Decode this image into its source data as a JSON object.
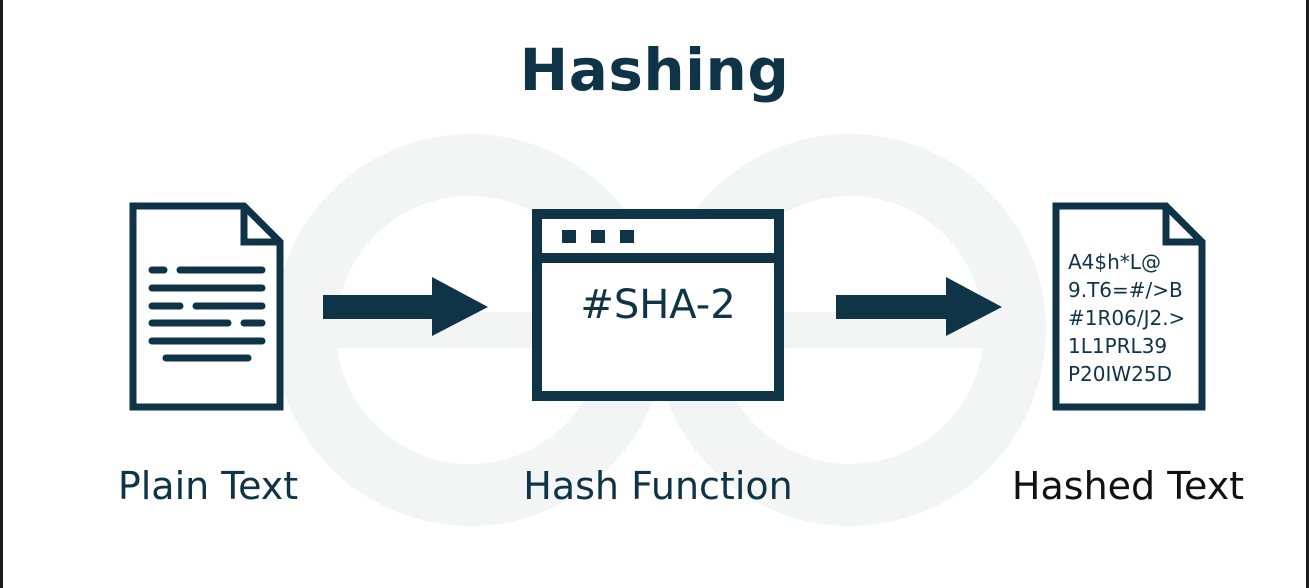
{
  "title": "Hashing",
  "steps": [
    {
      "label": "Plain Text"
    },
    {
      "label": "Hash Function",
      "function_name": "#SHA-2"
    },
    {
      "label": "Hashed Text",
      "lines": [
        "A4$h*L@",
        "9.T6=#/>B",
        "#1R06/J2.>",
        "1L1PRL39",
        "P20IW25D"
      ]
    }
  ],
  "colors": {
    "primary": "#0f3447",
    "watermark": "#f3f5f4",
    "frame": "#1b1b1b"
  },
  "icons": [
    "document-icon",
    "arrow-right-icon",
    "browser-window-icon",
    "arrow-right-icon",
    "hashed-document-icon"
  ]
}
